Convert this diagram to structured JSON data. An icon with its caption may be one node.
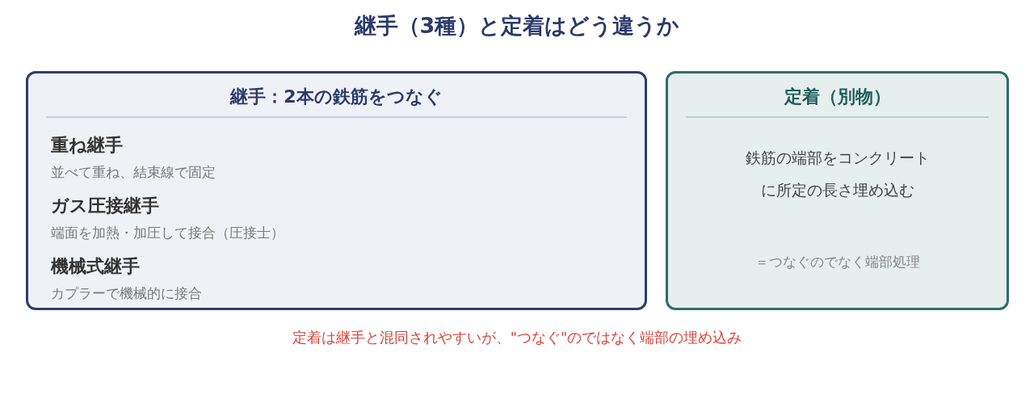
{
  "diagram": {
    "title": "継手（3種）と定着はどう違うか",
    "nodes": [
      {
        "text": [
          "継手：2本の鉄筋をつなぐ",
          "重ね継手",
          "並べて重ね、結束線で固定",
          "ガス圧接継手",
          "端面を加熱・加圧して接合（圧接士）",
          "機械式継手",
          "カプラーで機械的に接合"
        ]
      },
      {
        "text": [
          "定着（別物）",
          "鉄筋の端部をコンクリートに所定の長さ埋め込む",
          "＝つなぐのでなく端部処理"
        ]
      }
    ],
    "caption": "定着は継手と混同されやすいが、\"つなぐ\"のではなく端部の埋め込み"
  }
}
